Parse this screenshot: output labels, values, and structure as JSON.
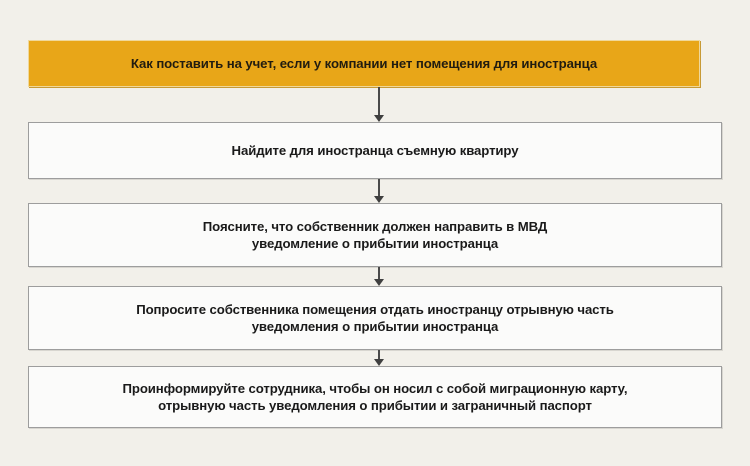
{
  "chart_data": {
    "type": "diagram",
    "subtype": "flowchart",
    "orientation": "vertical",
    "title": "Как поставить на учет, если у компании нет помещения для иностранца",
    "node_count": 5,
    "connector_count": 4,
    "connector_type": "down-arrow",
    "nodes": [
      {
        "id": "header",
        "order": 1,
        "role": "title",
        "text": "Как поставить на учет, если у компании нет помещения для иностранца",
        "fill": "#e8a618",
        "text_color": "#211c10"
      },
      {
        "id": "step-1",
        "order": 2,
        "role": "step",
        "text": "Найдите для иностранца съемную квартиру",
        "fill": "#fbfbfa",
        "text_color": "#1a1a1a"
      },
      {
        "id": "step-2",
        "order": 3,
        "role": "step",
        "text": "Поясните, что собственник должен направить в МВД\nуведомление о прибытии иностранца",
        "fill": "#fbfbfa",
        "text_color": "#1a1a1a"
      },
      {
        "id": "step-3",
        "order": 4,
        "role": "step",
        "text": "Попросите собственника помещения отдать иностранцу отрывную часть\nуведомления о прибытии иностранца",
        "fill": "#fbfbfa",
        "text_color": "#1a1a1a"
      },
      {
        "id": "step-4",
        "order": 5,
        "role": "step",
        "text": "Проинформируйте сотрудника, чтобы он носил с собой миграционную карту,\nотрывную часть уведомления о прибытии и заграничный паспорт",
        "fill": "#fbfbfa",
        "text_color": "#1a1a1a"
      }
    ],
    "edges": [
      {
        "from": "header",
        "to": "step-1",
        "label": ""
      },
      {
        "from": "step-1",
        "to": "step-2",
        "label": ""
      },
      {
        "from": "step-2",
        "to": "step-3",
        "label": ""
      },
      {
        "from": "step-3",
        "to": "step-4",
        "label": ""
      }
    ]
  },
  "colors": {
    "background": "#f2f0ea",
    "header_fill": "#e8a618",
    "header_border": "#f0d89a",
    "box_fill": "#fbfbfa",
    "box_border": "#9d9d9d",
    "arrow": "#3f3f3f",
    "text_dark": "#1a1a1a"
  }
}
